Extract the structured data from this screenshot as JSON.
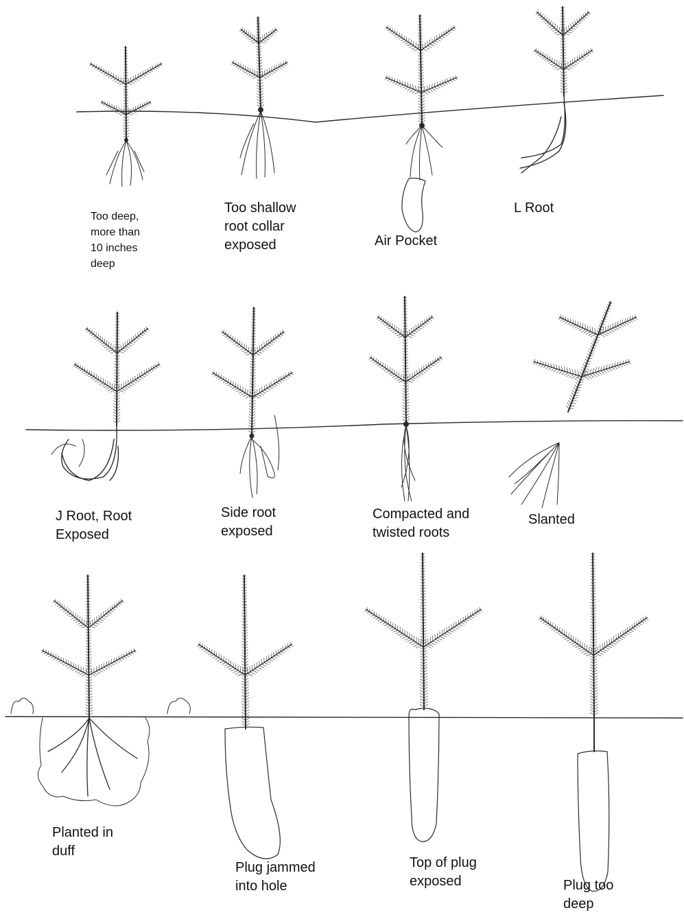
{
  "rows": [
    {
      "panels": [
        {
          "label": "Too deep,\nmore than\n10 inches\ndeep"
        },
        {
          "label": "Too shallow\nroot collar\nexposed"
        },
        {
          "label": "Air Pocket"
        },
        {
          "label": "L Root"
        }
      ]
    },
    {
      "panels": [
        {
          "label": "J Root, Root\nExposed"
        },
        {
          "label": "Side root\nexposed"
        },
        {
          "label": "Compacted and\ntwisted roots"
        },
        {
          "label": "Slanted"
        }
      ]
    },
    {
      "panels": [
        {
          "label": "Planted in\nduff"
        },
        {
          "label": "Plug jammed\ninto hole"
        },
        {
          "label": "Top of plug\nexposed"
        },
        {
          "label": "Plug too\ndeep"
        }
      ]
    }
  ]
}
